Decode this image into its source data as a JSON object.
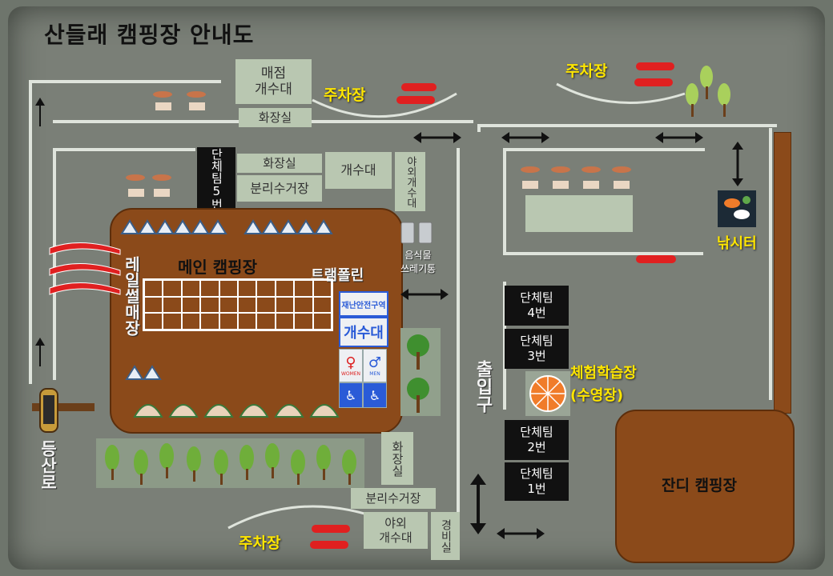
{
  "map_title": "산들래 캠핑장 안내도",
  "facilities": {
    "store_sink": "매점\n개수대",
    "restroom_top": "화장실",
    "restroom_mid": "화장실",
    "recycle_mid": "분리수거장",
    "sink_mid": "개수대",
    "outdoor_sink_vertical": "야외개수대",
    "group_site_5": "단체팀5번",
    "food_waste": "음식물\n쓰레기통",
    "trampoline": "트램폴린",
    "disaster_zone": "재난안전구역",
    "sink_sign": "개수대",
    "restroom_bottom": "화장실",
    "recycle_bottom": "분리수거장",
    "outdoor_sink_bottom": "야외\n개수대",
    "security_office": "경비실",
    "fishing": "낚시터",
    "experience_pool_line1": "체험학습장",
    "experience_pool_line2": "(수영장)"
  },
  "areas": {
    "main_camping": "메인 캠핑장",
    "rail_sled": "레일썰매장",
    "grass_camping": "잔디 캠핑장",
    "entrance": "출입구",
    "hiking_trail": "등산로"
  },
  "parking": {
    "top_left": "주차장",
    "top_right": "주차장",
    "bottom": "주차장"
  },
  "group_sites": [
    {
      "line1": "단체팀",
      "line2": "4번"
    },
    {
      "line1": "단체팀",
      "line2": "3번"
    },
    {
      "line1": "단체팀",
      "line2": "2번"
    },
    {
      "line1": "단체팀",
      "line2": "1번"
    }
  ],
  "restroom_signs": {
    "women": "WOMEN",
    "men": "MEN"
  },
  "colors": {
    "background": "#7a7f77",
    "camp_area": "#8b4a1a",
    "facility_box": "#b9c7b1",
    "road": "#dfe4dc",
    "highlight_text": "#ffe600"
  }
}
